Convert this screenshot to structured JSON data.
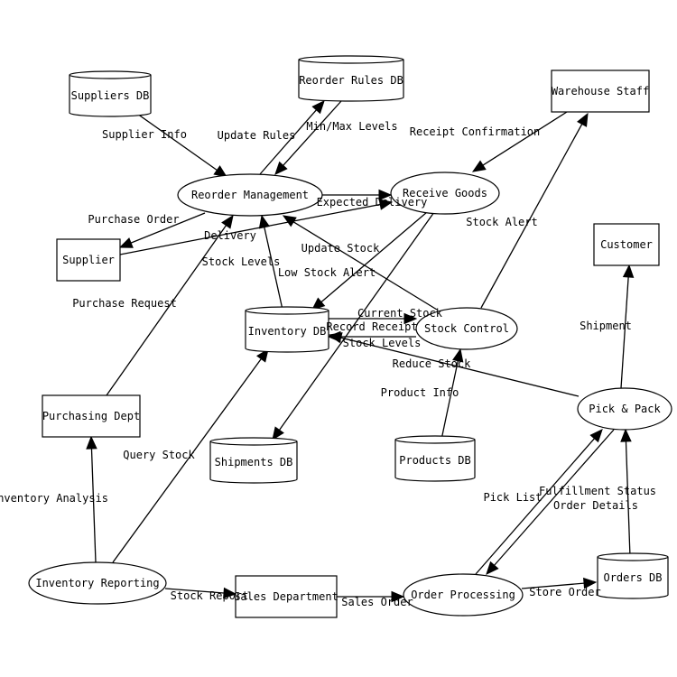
{
  "diagram": {
    "type": "data-flow-diagram",
    "nodes": [
      {
        "id": "suppliers_db",
        "label": "Suppliers DB",
        "kind": "datastore"
      },
      {
        "id": "reorder_rules_db",
        "label": "Reorder Rules DB",
        "kind": "datastore"
      },
      {
        "id": "warehouse_staff",
        "label": "Warehouse Staff",
        "kind": "external"
      },
      {
        "id": "reorder_mgmt",
        "label": "Reorder Management",
        "kind": "process"
      },
      {
        "id": "receive_goods",
        "label": "Receive Goods",
        "kind": "process"
      },
      {
        "id": "supplier",
        "label": "Supplier",
        "kind": "external"
      },
      {
        "id": "customer",
        "label": "Customer",
        "kind": "external"
      },
      {
        "id": "inventory_db",
        "label": "Inventory DB",
        "kind": "datastore"
      },
      {
        "id": "stock_control",
        "label": "Stock Control",
        "kind": "process"
      },
      {
        "id": "purchasing_dept",
        "label": "Purchasing Dept",
        "kind": "external"
      },
      {
        "id": "pick_pack",
        "label": "Pick & Pack",
        "kind": "process"
      },
      {
        "id": "shipments_db",
        "label": "Shipments DB",
        "kind": "datastore"
      },
      {
        "id": "products_db",
        "label": "Products DB",
        "kind": "datastore"
      },
      {
        "id": "inventory_reporting",
        "label": "Inventory Reporting",
        "kind": "process"
      },
      {
        "id": "sales_dept",
        "label": "Sales Department",
        "kind": "external"
      },
      {
        "id": "order_processing",
        "label": "Order Processing",
        "kind": "process"
      },
      {
        "id": "orders_db",
        "label": "Orders DB",
        "kind": "datastore"
      }
    ],
    "edges": [
      {
        "from": "suppliers_db",
        "to": "reorder_mgmt",
        "label": "Supplier Info"
      },
      {
        "from": "reorder_mgmt",
        "to": "reorder_rules_db",
        "label": "Update Rules"
      },
      {
        "from": "reorder_rules_db",
        "to": "reorder_mgmt",
        "label": "Min/Max Levels"
      },
      {
        "from": "warehouse_staff",
        "to": "receive_goods",
        "label": "Receipt Confirmation"
      },
      {
        "from": "reorder_mgmt",
        "to": "receive_goods",
        "label": "Expected Delivery"
      },
      {
        "from": "reorder_mgmt",
        "to": "supplier",
        "label": "Purchase Order"
      },
      {
        "from": "supplier",
        "to": "receive_goods",
        "label": "Delivery"
      },
      {
        "from": "stock_control",
        "to": "warehouse_staff",
        "label": "Stock Alert"
      },
      {
        "from": "stock_control",
        "to": "reorder_mgmt",
        "label": "Update Stock"
      },
      {
        "from": "receive_goods",
        "to": "inventory_db",
        "label": "Low Stock Alert"
      },
      {
        "from": "inventory_db",
        "to": "reorder_mgmt",
        "label": "Stock Levels"
      },
      {
        "from": "purchasing_dept",
        "to": "reorder_mgmt",
        "label": "Purchase Request"
      },
      {
        "from": "inventory_db",
        "to": "stock_control",
        "label": "Current Stock"
      },
      {
        "from": "stock_control",
        "to": "inventory_db",
        "label": "Record Receipt"
      },
      {
        "from": "receive_goods",
        "to": "shipments_db",
        "label": "Stock Levels"
      },
      {
        "from": "pick_pack",
        "to": "inventory_db",
        "label": "Reduce Stock"
      },
      {
        "from": "products_db",
        "to": "stock_control",
        "label": "Product Info"
      },
      {
        "from": "pick_pack",
        "to": "customer",
        "label": "Shipment"
      },
      {
        "from": "inventory_reporting",
        "to": "inventory_db",
        "label": "Query Stock"
      },
      {
        "from": "inventory_reporting",
        "to": "purchasing_dept",
        "label": "Inventory Analysis"
      },
      {
        "from": "order_processing",
        "to": "pick_pack",
        "label": "Pick List"
      },
      {
        "from": "pick_pack",
        "to": "order_processing",
        "label": "Fulfillment Status"
      },
      {
        "from": "orders_db",
        "to": "pick_pack",
        "label": "Order Details"
      },
      {
        "from": "inventory_reporting",
        "to": "sales_dept",
        "label": "Stock Report"
      },
      {
        "from": "sales_dept",
        "to": "order_processing",
        "label": "Sales Order"
      },
      {
        "from": "order_processing",
        "to": "orders_db",
        "label": "Store Order"
      }
    ]
  }
}
